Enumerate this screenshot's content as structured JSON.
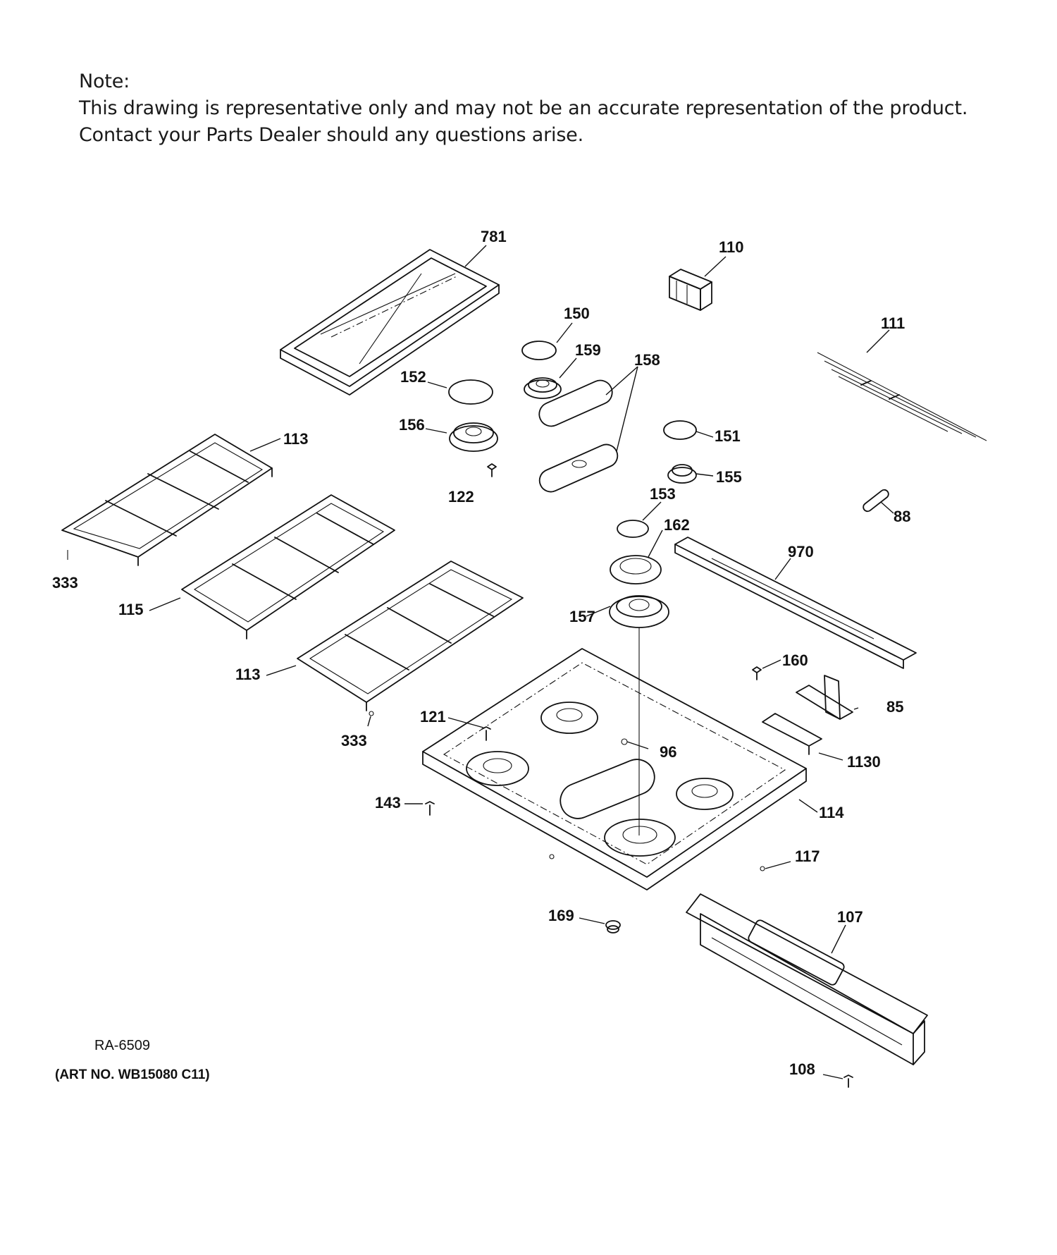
{
  "note": {
    "heading": "Note:",
    "line1": "This drawing is representative only and may not be an accurate representation of the product.",
    "line2": "Contact your Parts Dealer should any questions arise."
  },
  "drawing_ref": "RA-6509",
  "art_no": "(ART NO. WB15080 C11)",
  "part_labels": {
    "p781": "781",
    "p110": "110",
    "p150": "150",
    "p159": "159",
    "p111": "111",
    "p158": "158",
    "p152": "152",
    "p156": "156",
    "p113a": "113",
    "p151": "151",
    "p155": "155",
    "p122": "122",
    "p153": "153",
    "p88": "88",
    "p162": "162",
    "p970": "970",
    "p333a": "333",
    "p115": "115",
    "p157": "157",
    "p160": "160",
    "p113b": "113",
    "p85": "85",
    "p121": "121",
    "p333b": "333",
    "p96": "96",
    "p1130": "1130",
    "p143": "143",
    "p114": "114",
    "p117": "117",
    "p169": "169",
    "p107": "107",
    "p108": "108"
  }
}
